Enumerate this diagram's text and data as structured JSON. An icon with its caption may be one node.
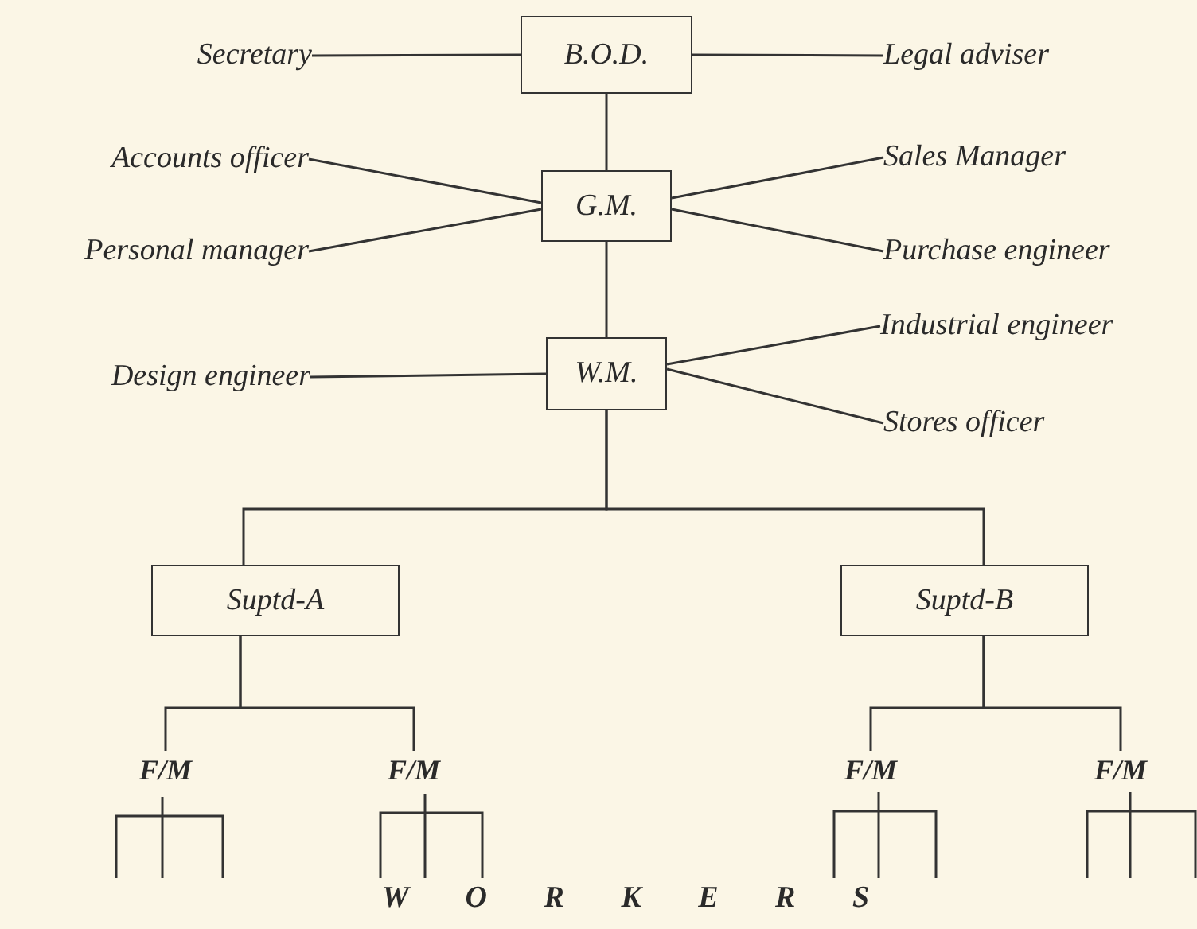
{
  "diagram": {
    "nodes": [
      {
        "text": [
          "B.O.D."
        ]
      },
      {
        "text": [
          "Secretary"
        ]
      },
      {
        "text": [
          "Legal adviser"
        ]
      },
      {
        "text": [
          "G.M."
        ]
      },
      {
        "text": [
          "Accounts officer"
        ]
      },
      {
        "text": [
          "Personal manager"
        ]
      },
      {
        "text": [
          "Sales Manager"
        ]
      },
      {
        "text": [
          "Purchase engineer"
        ]
      },
      {
        "text": [
          "W.M."
        ]
      },
      {
        "text": [
          "Design engineer"
        ]
      },
      {
        "text": [
          "Industrial engineer"
        ]
      },
      {
        "text": [
          "Stores officer"
        ]
      },
      {
        "text": [
          "Suptd-A"
        ]
      },
      {
        "text": [
          "Suptd-B"
        ]
      },
      {
        "text": [
          "F/M"
        ]
      },
      {
        "text": [
          "F/M"
        ]
      },
      {
        "text": [
          "F/M"
        ]
      },
      {
        "text": [
          "F/M"
        ]
      }
    ],
    "edges": [
      {
        "from": 0,
        "to": 1,
        "arrow": "none"
      },
      {
        "from": 0,
        "to": 2,
        "arrow": "none"
      },
      {
        "from": 0,
        "to": 3,
        "arrow": "none"
      },
      {
        "from": 3,
        "to": 4,
        "arrow": "none"
      },
      {
        "from": 3,
        "to": 5,
        "arrow": "none"
      },
      {
        "from": 3,
        "to": 6,
        "arrow": "none"
      },
      {
        "from": 3,
        "to": 7,
        "arrow": "none"
      },
      {
        "from": 3,
        "to": 8,
        "arrow": "none"
      },
      {
        "from": 8,
        "to": 9,
        "arrow": "none"
      },
      {
        "from": 8,
        "to": 10,
        "arrow": "none"
      },
      {
        "from": 8,
        "to": 11,
        "arrow": "none"
      },
      {
        "from": 8,
        "to": 12,
        "arrow": "none"
      },
      {
        "from": 8,
        "to": 13,
        "arrow": "none"
      },
      {
        "from": 12,
        "to": 14,
        "arrow": "none"
      },
      {
        "from": 12,
        "to": 15,
        "arrow": "none"
      },
      {
        "from": 13,
        "to": 16,
        "arrow": "none"
      },
      {
        "from": 13,
        "to": 17,
        "arrow": "none"
      }
    ],
    "labels": [
      "W O R K E R S"
    ]
  }
}
